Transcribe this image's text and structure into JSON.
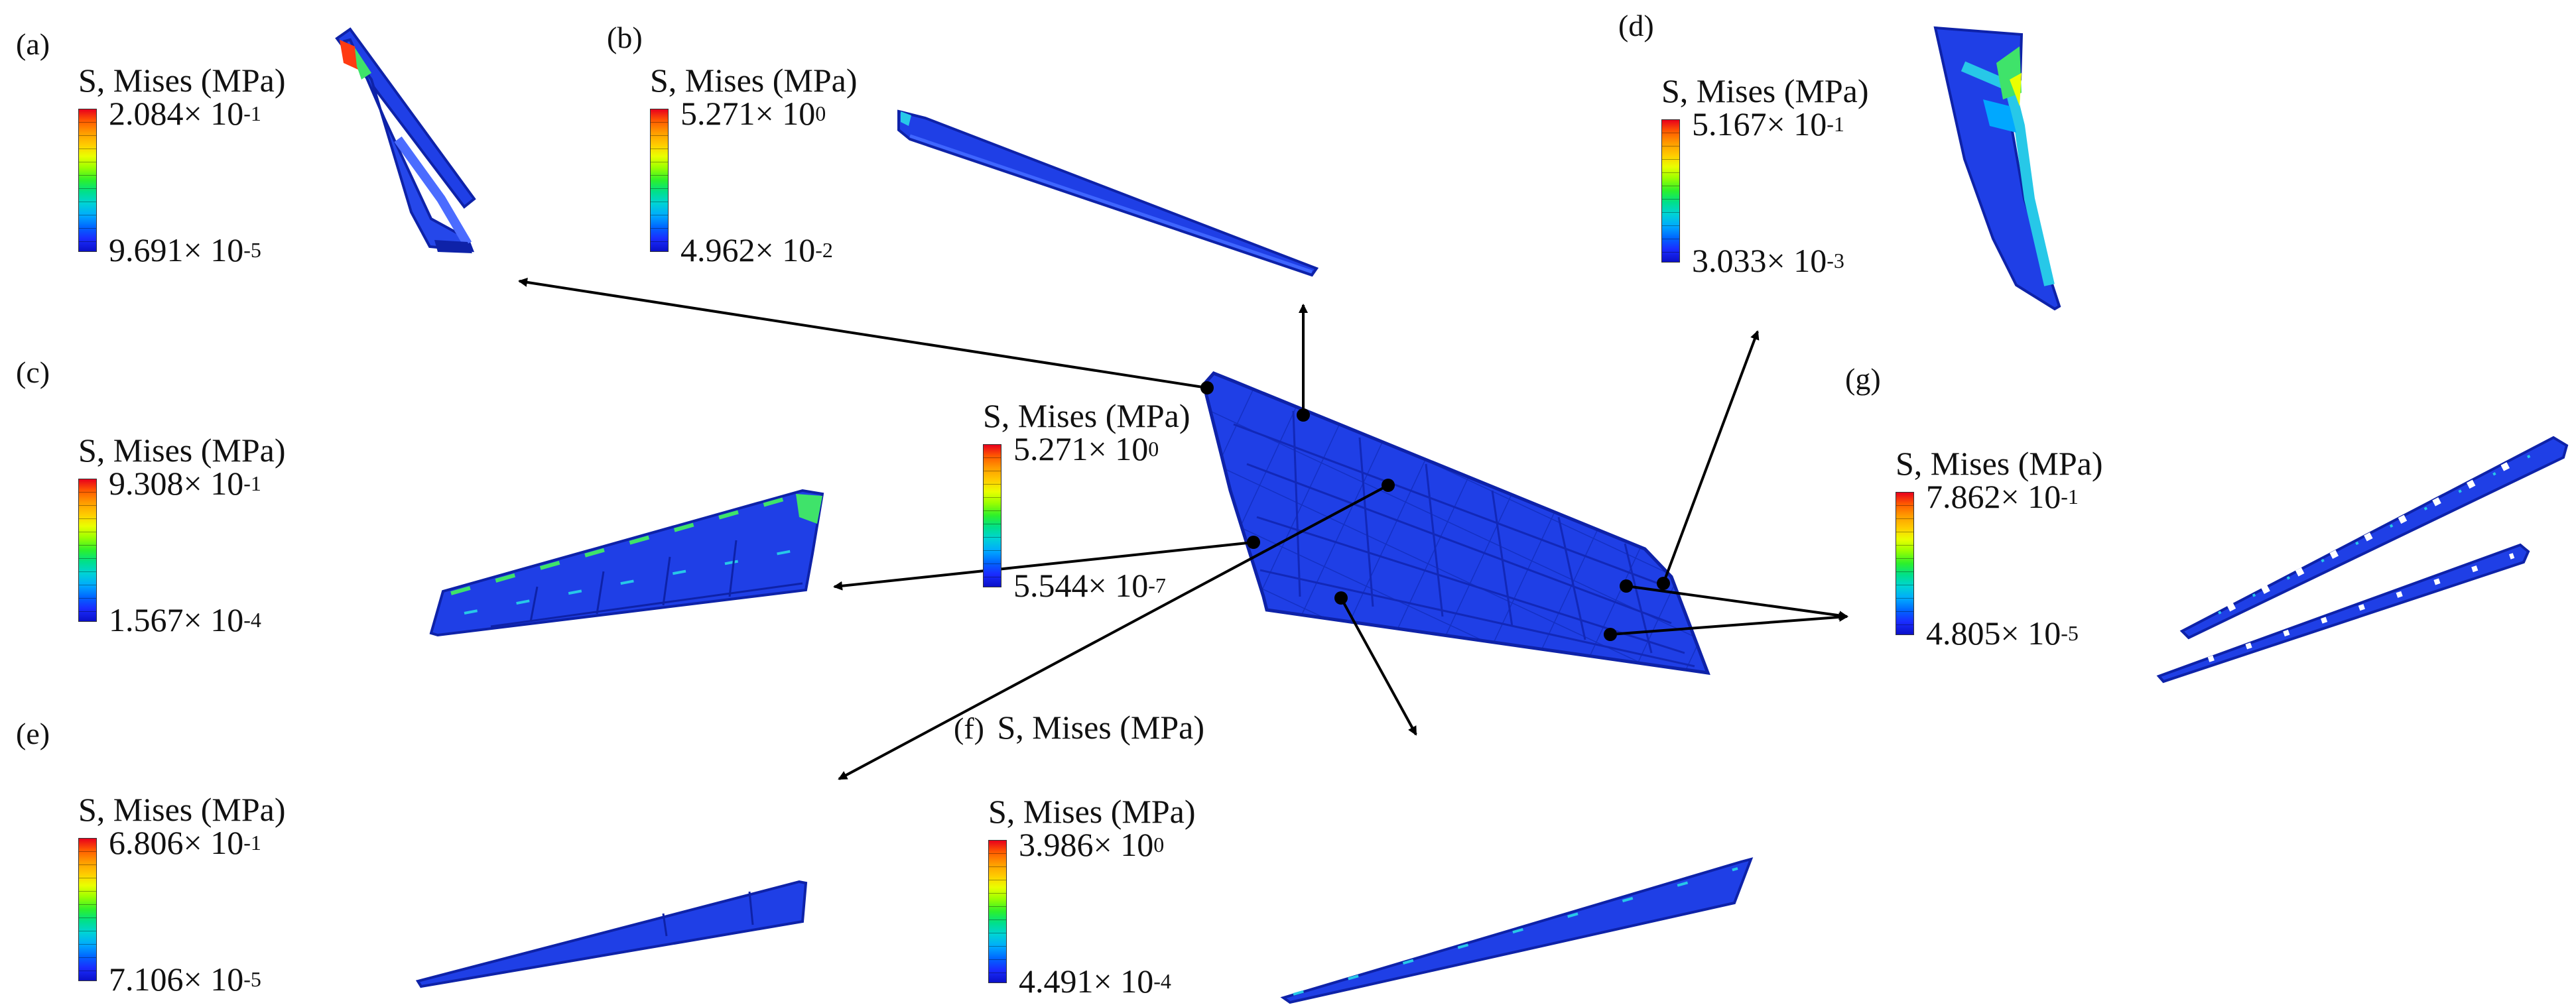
{
  "legend_title": "S, Mises (MPa)",
  "times": "×",
  "base": "10",
  "colors": {
    "mesh_blue": "#1f3fe6",
    "mesh_dark": "#0e22a8",
    "hotspot_red": "#ff3b12",
    "hotspot_green": "#3fe36a",
    "hotspot_cyan": "#27c8e8",
    "arrow": "#000000"
  },
  "center_legend": {
    "max_mant": "5.271",
    "max_exp": "0",
    "min_mant": "5.544",
    "min_exp": "-7"
  },
  "panels": {
    "a": {
      "letter": "(a)",
      "max_mant": "2.084",
      "max_exp": "-1",
      "min_mant": "9.691",
      "min_exp": "-5"
    },
    "b": {
      "letter": "(b)",
      "max_mant": "5.271",
      "max_exp": "0",
      "min_mant": "4.962",
      "min_exp": "-2"
    },
    "c": {
      "letter": "(c)",
      "max_mant": "9.308",
      "max_exp": "-1",
      "min_mant": "1.567",
      "min_exp": "-4"
    },
    "d": {
      "letter": "(d)",
      "max_mant": "5.167",
      "max_exp": "-1",
      "min_mant": "3.033",
      "min_exp": "-3"
    },
    "e": {
      "letter": "(e)",
      "max_mant": "6.806",
      "max_exp": "-1",
      "min_mant": "7.106",
      "min_exp": "-5"
    },
    "f": {
      "letter": "(f)",
      "heading": "S, Mises (MPa)",
      "max_mant": "3.986",
      "max_exp": "0",
      "min_mant": "4.491",
      "min_exp": "-4"
    },
    "g": {
      "letter": "(g)",
      "max_mant": "7.862",
      "max_exp": "-1",
      "min_mant": "4.805",
      "min_exp": "-5"
    }
  }
}
